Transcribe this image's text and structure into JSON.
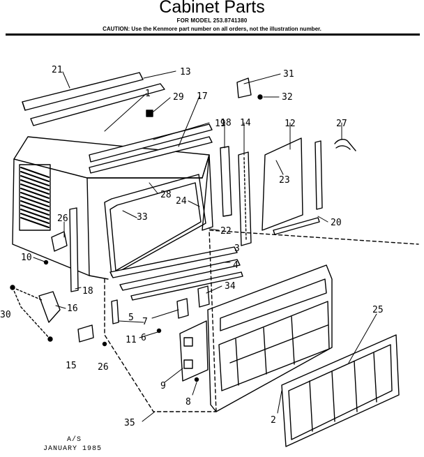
{
  "header": {
    "title": "Cabinet Parts",
    "model_line": "FOR MODEL 253.8741380",
    "caution": "CAUTION: Use the Kenmore part number on all orders, not the illustration number."
  },
  "callouts": [
    "21",
    "13",
    "1",
    "29",
    "17",
    "31",
    "32",
    "19",
    "18",
    "14",
    "12",
    "27",
    "23",
    "28",
    "24",
    "33",
    "26",
    "22",
    "20",
    "3",
    "10",
    "4",
    "34",
    "30",
    "16",
    "5",
    "7",
    "18",
    "11",
    "6",
    "25",
    "9",
    "15",
    "26",
    "8",
    "35",
    "2"
  ],
  "footer": {
    "code": "A/S",
    "date": "JANUARY 1985"
  }
}
